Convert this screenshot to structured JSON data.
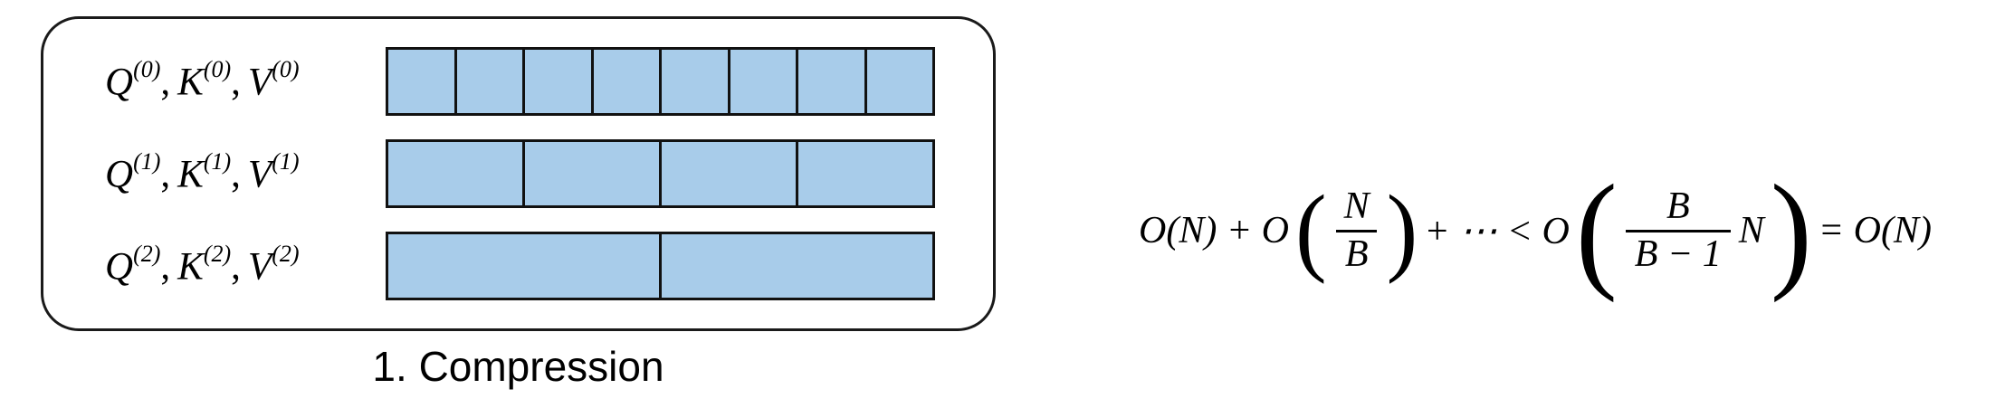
{
  "diagram": {
    "caption": "1. Compression",
    "separator": ",",
    "cell_fill": "#A8CCEA",
    "rows": [
      {
        "label_parts": [
          {
            "base": "Q",
            "sup": "(0)"
          },
          {
            "base": "K",
            "sup": "(0)"
          },
          {
            "base": "V",
            "sup": "(0)"
          }
        ],
        "cells": 8
      },
      {
        "label_parts": [
          {
            "base": "Q",
            "sup": "(1)"
          },
          {
            "base": "K",
            "sup": "(1)"
          },
          {
            "base": "V",
            "sup": "(1)"
          }
        ],
        "cells": 4
      },
      {
        "label_parts": [
          {
            "base": "Q",
            "sup": "(2)"
          },
          {
            "base": "K",
            "sup": "(2)"
          },
          {
            "base": "V",
            "sup": "(2)"
          }
        ],
        "cells": 2
      }
    ]
  },
  "formula": {
    "lparen": "(",
    "rparen": ")",
    "part1": "O(N) + O",
    "frac1": {
      "num": "N",
      "den": "B"
    },
    "part2": "+ ⋯ < O",
    "frac2": {
      "num": "B",
      "den": "B − 1"
    },
    "factor": "N",
    "part3": "= O(N)"
  }
}
